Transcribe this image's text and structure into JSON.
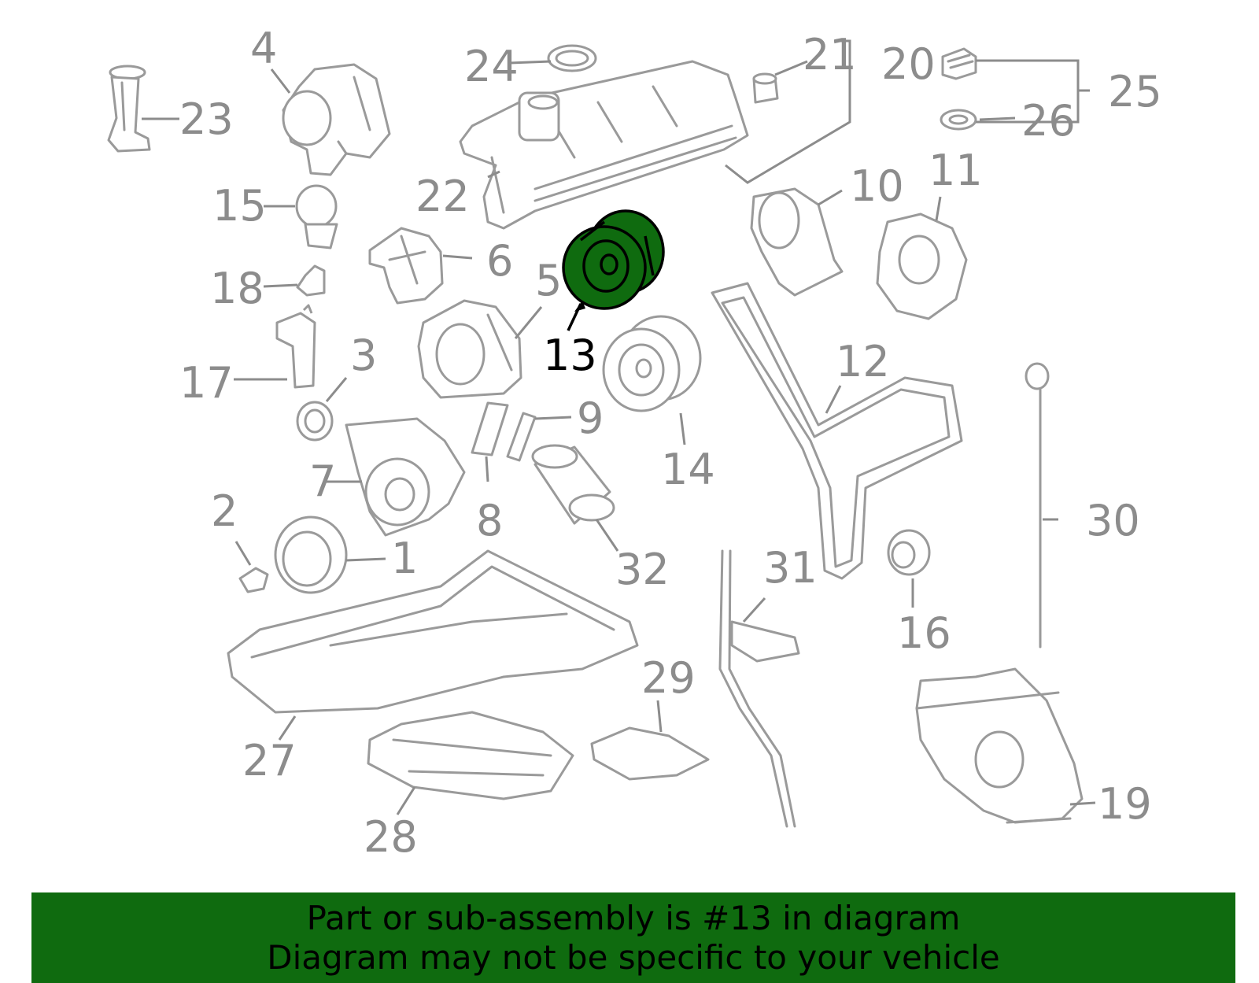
{
  "colors": {
    "highlight": "#0f6b0f",
    "parts_stroke": "#9a9a9a",
    "label_gray": "#8c8c8c",
    "label_highlight": "#000000",
    "banner_background": "#0f6b0f"
  },
  "highlighted_part": "13",
  "callouts": {
    "c1": "1",
    "c2": "2",
    "c3": "3",
    "c4": "4",
    "c5": "5",
    "c6": "6",
    "c7": "7",
    "c8": "8",
    "c9": "9",
    "c10": "10",
    "c11": "11",
    "c12": "12",
    "c13": "13",
    "c14": "14",
    "c15": "15",
    "c16": "16",
    "c17": "17",
    "c18": "18",
    "c19": "19",
    "c20": "20",
    "c21": "21",
    "c22": "22",
    "c23": "23",
    "c24": "24",
    "c25": "25",
    "c26": "26",
    "c27": "27",
    "c28": "28",
    "c29": "29",
    "c30": "30",
    "c31": "31",
    "c32": "32"
  },
  "banner": {
    "line1": "Part or sub-assembly is #13 in diagram",
    "line2": "Diagram may not be specific to your vehicle"
  }
}
